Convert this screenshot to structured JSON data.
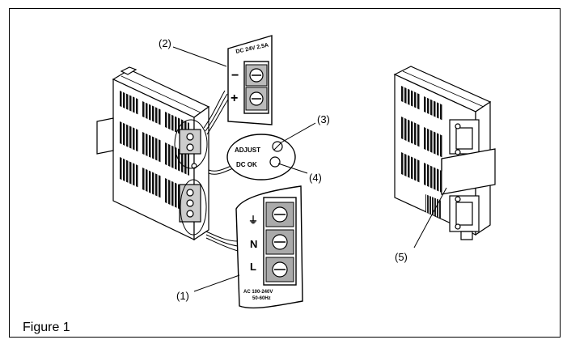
{
  "figure": {
    "caption": "Figure 1"
  },
  "callouts": {
    "c1": "(1)",
    "c2": "(2)",
    "c3": "(3)",
    "c4": "(4)",
    "c5": "(5)"
  },
  "dc_terminal": {
    "rating": "DC 24V 2.5A",
    "minus": "−",
    "plus": "+"
  },
  "indicators": {
    "adjust": "ADJUST",
    "dc_ok": "DC OK"
  },
  "ac_terminal": {
    "ground": "⏚",
    "neutral": "N",
    "line": "L",
    "rating_line1": "AC 100-240V",
    "rating_line2": "50-60Hz"
  },
  "colors": {
    "line": "#000000",
    "fill": "#ffffff",
    "dark": "#222222",
    "shade": "#666666"
  }
}
